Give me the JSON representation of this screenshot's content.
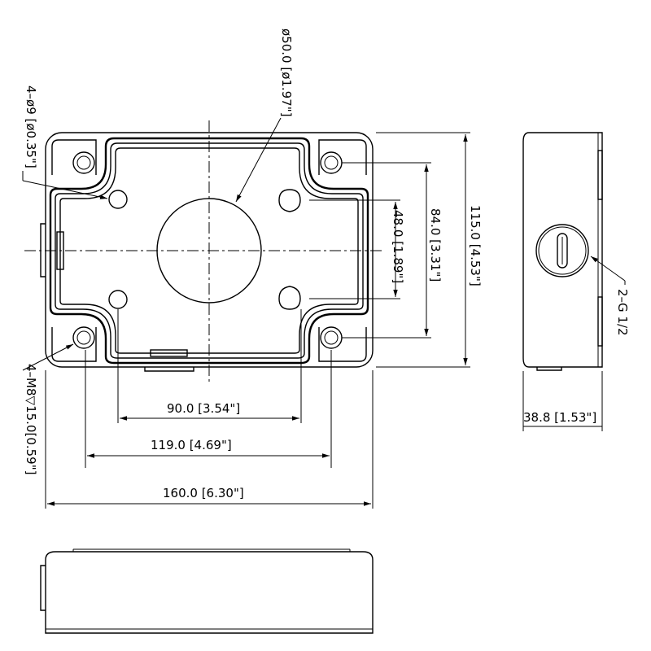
{
  "dimensions": {
    "hole_center_dia": "ø50.0 [ø1.97\"]",
    "holes_mount": "4–ø9 [ø0.35\"]",
    "screw_holes": "4–M8▽15.0[0.59\"]",
    "vertical_48": "48.0 [1.89\"]",
    "vertical_84": "84.0 [3.31\"]",
    "vertical_115": "115.0 [4.53\"]",
    "horizontal_90": "90.0 [3.54\"]",
    "horizontal_119": "119.0 [4.69\"]",
    "horizontal_160": "160.0 [6.30\"]",
    "depth_38_8": "38.8 [1.53\"]",
    "thread_plugs": "2–G 1/2"
  }
}
